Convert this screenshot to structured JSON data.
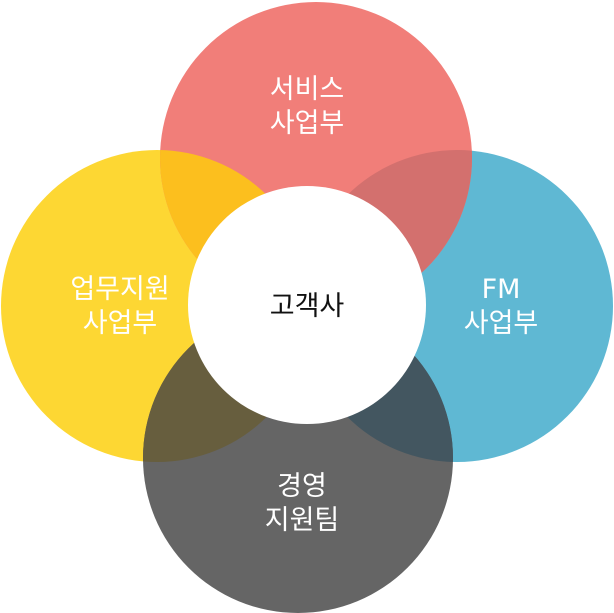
{
  "diagram": {
    "center": {
      "label": "고객사"
    },
    "circles": {
      "top": {
        "line1": "서비스",
        "line2": "사업부",
        "color": "#F17E79"
      },
      "right": {
        "line1": "FM",
        "line2": "사업부",
        "color": "#5FB8D3"
      },
      "bottom": {
        "line1": "경영",
        "line2": "지원팀",
        "color": "#656565"
      },
      "left": {
        "line1": "업무지원",
        "line2": "사업부",
        "color": "#FDD733"
      }
    },
    "overlap_colors": {
      "top_left": "#FCBF1E",
      "top_right": "#D3706E",
      "bottom_right": "#435660",
      "bottom_left": "#675E3E"
    }
  }
}
